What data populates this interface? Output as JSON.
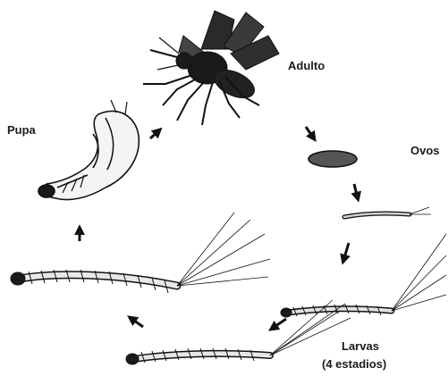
{
  "labels": {
    "adult": "Adulto",
    "eggs": "Ovos",
    "pupa": "Pupa",
    "larvae": "Larvas",
    "stages": "(4 estadios)"
  }
}
